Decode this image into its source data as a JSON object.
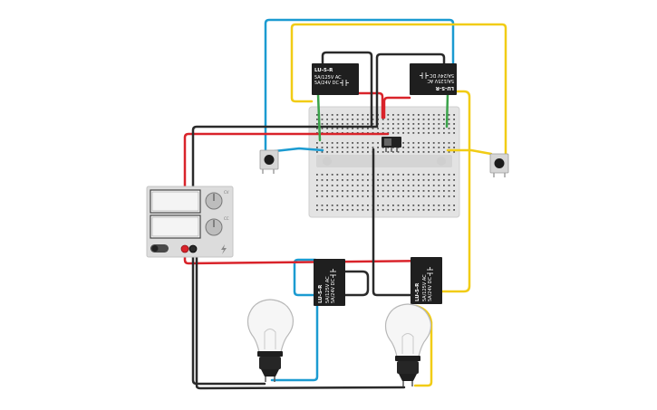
{
  "colors": {
    "background": "#ffffff",
    "wire_blue": "#1b9bd1",
    "wire_yellow": "#f1cc15",
    "wire_red": "#d9232a",
    "wire_black": "#2a2a2a",
    "wire_green": "#3aa34a",
    "relay_body": "#1f1f1f",
    "breadboard": "#e3e3e3",
    "psu_body": "#dcdcdc",
    "bulb_glass": "#f6f6f6",
    "bulb_base": "#1e1e1e"
  },
  "relays": [
    {
      "id": "relay-top-left",
      "title": "LU-5-R",
      "line1": "5A/125V AC",
      "line2": "5A/24V DC"
    },
    {
      "id": "relay-top-right",
      "title": "LU-5-R",
      "line1": "5A/125V AC",
      "line2": "5A/24V DC"
    },
    {
      "id": "relay-bottom-left",
      "title": "LU-5-R",
      "line1": "5A/125V AC",
      "line2": "5A/24V DC"
    },
    {
      "id": "relay-bottom-right",
      "title": "LU-5-R",
      "line1": "5A/125V AC",
      "line2": "5A/24V DC"
    }
  ],
  "power_supply": {
    "terminal_negative": "-",
    "terminal_positive": "+",
    "knob_labels": [
      "CV",
      "CC"
    ]
  },
  "icons": {
    "push_button": "push-button-icon",
    "light_bulb": "light-bulb-icon",
    "slide_switch": "slide-switch-icon"
  }
}
